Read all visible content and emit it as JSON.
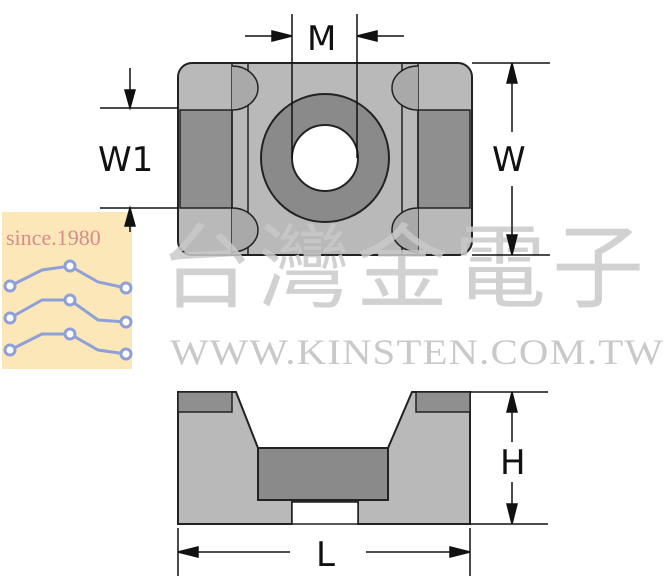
{
  "labels": {
    "m": "M",
    "w1": "W1",
    "w": "W",
    "h": "H",
    "l": "L"
  },
  "watermark": {
    "since": "since.1980",
    "company_cn": "台灣金電子",
    "company_url": "WWW.KINSTEN.COM.TW"
  },
  "colors": {
    "body_fill": "#b9b9b9",
    "face_fill": "#9e9e9e",
    "ring_fill": "#8a8a8a",
    "outline": "#222222",
    "watermark_gray": "#c9c9c9",
    "logo_bg": "#fbe7b8",
    "logo_line": "#8fa0d8"
  }
}
